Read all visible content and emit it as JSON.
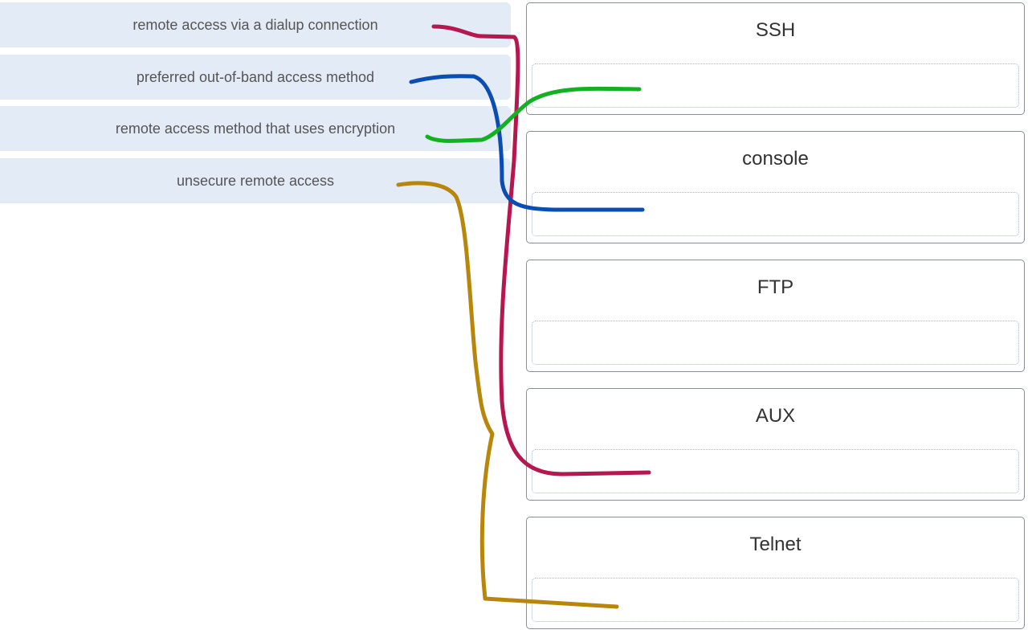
{
  "items": [
    {
      "label": "remote access via a dialup connection"
    },
    {
      "label": "preferred out-of-band access method"
    },
    {
      "label": "remote access method that uses encryption"
    },
    {
      "label": "unsecure remote access"
    }
  ],
  "targets": [
    {
      "label": "SSH"
    },
    {
      "label": "console"
    },
    {
      "label": "FTP"
    },
    {
      "label": "AUX"
    },
    {
      "label": "Telnet"
    }
  ],
  "annotation_colors": {
    "red": "#b5174e",
    "blue": "#0b4db3",
    "green": "#14b024",
    "gold": "#b8860b"
  }
}
